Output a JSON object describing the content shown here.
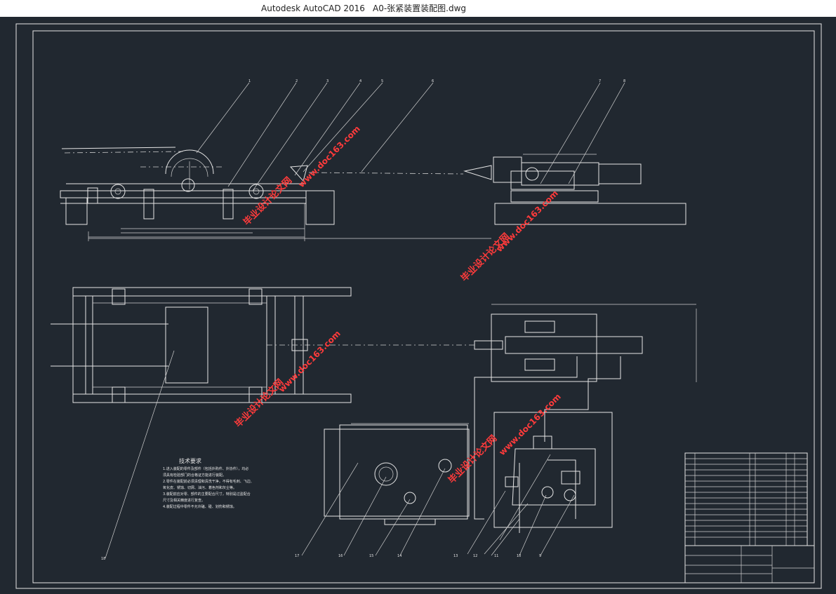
{
  "window": {
    "app_title": "Autodesk AutoCAD 2016",
    "file_name": "A0-张紧装置装配图.dwg"
  },
  "balloons": [
    "1",
    "2",
    "3",
    "4",
    "5",
    "6",
    "7",
    "8",
    "9",
    "10",
    "11",
    "12",
    "13",
    "14",
    "15",
    "16",
    "17",
    "18"
  ],
  "tech_requirements": {
    "title": "技术要求",
    "lines": [
      "1.进入装配的零件及部件（包括外购件、外协件），均必",
      "须具有检验部门的合格证方能进行装配。",
      "2.零件在装配前必须清理和清洗干净，不得有毛刺、飞边、",
      "氧化皮、锈蚀、切屑、油污、着色剂和灰尘等。",
      "3.装配前应对零、部件的主要配合尺寸，特别是过盈配合",
      "尺寸及相关精度进行复查。",
      "4.装配过程中零件不允许磕、碰、划伤和锈蚀。"
    ]
  },
  "watermarks": {
    "site": "www.doc163.com",
    "brand": "毕业设计论文网"
  },
  "colors": {
    "background": "#212830",
    "line": "#e6e6e6",
    "watermark": "#ff3b3b"
  }
}
